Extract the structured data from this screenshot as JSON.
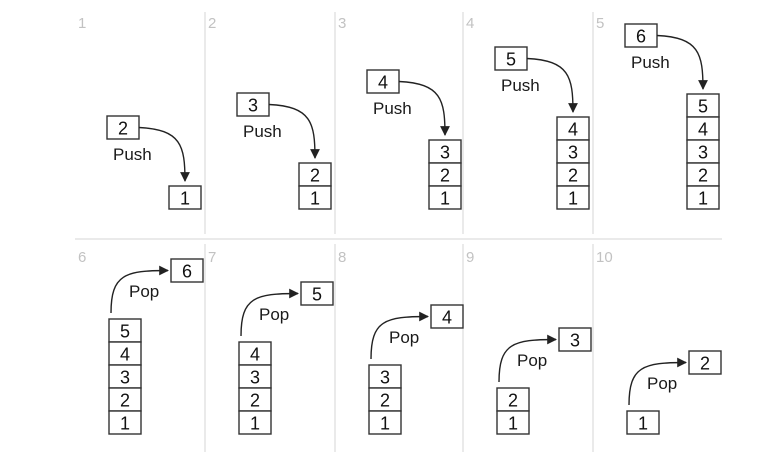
{
  "diagram": {
    "colors": {
      "background": "#ffffff",
      "box_border": "#333333",
      "text": "#111111",
      "panel_number": "#c2c2c2",
      "divider": "#d6d6d6"
    },
    "panels": [
      {
        "number": "1",
        "operation": "Push",
        "moving_item": "2",
        "stack": [
          "1"
        ]
      },
      {
        "number": "2",
        "operation": "Push",
        "moving_item": "3",
        "stack": [
          "2",
          "1"
        ]
      },
      {
        "number": "3",
        "operation": "Push",
        "moving_item": "4",
        "stack": [
          "3",
          "2",
          "1"
        ]
      },
      {
        "number": "4",
        "operation": "Push",
        "moving_item": "5",
        "stack": [
          "4",
          "3",
          "2",
          "1"
        ]
      },
      {
        "number": "5",
        "operation": "Push",
        "moving_item": "6",
        "stack": [
          "5",
          "4",
          "3",
          "2",
          "1"
        ]
      },
      {
        "number": "6",
        "operation": "Pop",
        "moving_item": "6",
        "stack": [
          "5",
          "4",
          "3",
          "2",
          "1"
        ]
      },
      {
        "number": "7",
        "operation": "Pop",
        "moving_item": "5",
        "stack": [
          "4",
          "3",
          "2",
          "1"
        ]
      },
      {
        "number": "8",
        "operation": "Pop",
        "moving_item": "4",
        "stack": [
          "3",
          "2",
          "1"
        ]
      },
      {
        "number": "9",
        "operation": "Pop",
        "moving_item": "3",
        "stack": [
          "2",
          "1"
        ]
      },
      {
        "number": "10",
        "operation": "Pop",
        "moving_item": "2",
        "stack": [
          "1"
        ]
      }
    ]
  }
}
